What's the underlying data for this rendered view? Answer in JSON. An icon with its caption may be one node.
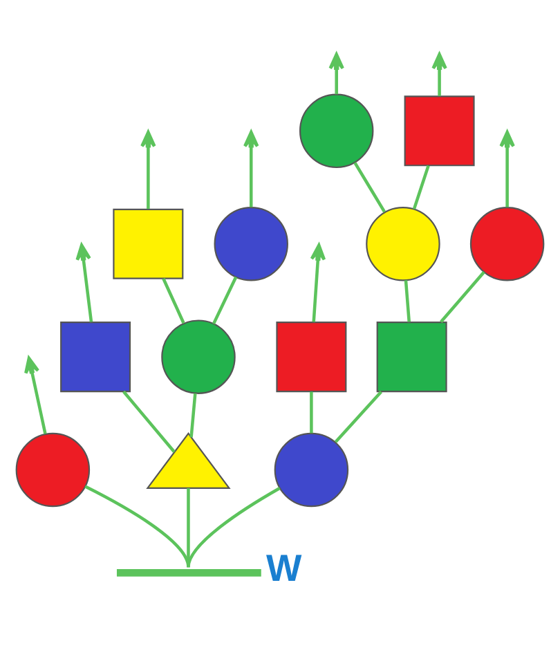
{
  "diagram": {
    "nodes": [
      {
        "text": [],
        "shape": "circle"
      },
      {
        "text": [],
        "shape": "box"
      },
      {
        "text": [],
        "shape": "box"
      },
      {
        "text": [],
        "shape": "circle"
      },
      {
        "text": [],
        "shape": "circle"
      },
      {
        "text": [],
        "shape": "circle"
      },
      {
        "text": [],
        "shape": "box"
      },
      {
        "text": [],
        "shape": "circle"
      },
      {
        "text": [],
        "shape": "box"
      },
      {
        "text": [],
        "shape": "box"
      },
      {
        "text": [],
        "shape": "circle"
      },
      {
        "text": [],
        "shape": "triangle"
      },
      {
        "text": [],
        "shape": "circle"
      },
      {
        "text": [],
        "shape": "bar",
        "beside": [
          "W"
        ]
      }
    ],
    "edges": [
      {
        "from": 13,
        "to": 10,
        "arrow": "none"
      },
      {
        "from": 13,
        "to": 11,
        "arrow": "none"
      },
      {
        "from": 13,
        "to": 12,
        "arrow": "none"
      },
      {
        "from": 10,
        "to": null,
        "arrow": "to"
      },
      {
        "from": 11,
        "to": 6,
        "arrow": "none"
      },
      {
        "from": 11,
        "to": 7,
        "arrow": "none"
      },
      {
        "from": 12,
        "to": 8,
        "arrow": "none"
      },
      {
        "from": 12,
        "to": 9,
        "arrow": "none"
      },
      {
        "from": 6,
        "to": null,
        "arrow": "to"
      },
      {
        "from": 7,
        "to": 2,
        "arrow": "none"
      },
      {
        "from": 7,
        "to": 3,
        "arrow": "none"
      },
      {
        "from": 8,
        "to": null,
        "arrow": "to"
      },
      {
        "from": 9,
        "to": 4,
        "arrow": "none"
      },
      {
        "from": 9,
        "to": 5,
        "arrow": "none"
      },
      {
        "from": 2,
        "to": null,
        "arrow": "to"
      },
      {
        "from": 3,
        "to": null,
        "arrow": "to"
      },
      {
        "from": 5,
        "to": null,
        "arrow": "to"
      },
      {
        "from": 4,
        "to": 0,
        "arrow": "none"
      },
      {
        "from": 4,
        "to": 1,
        "arrow": "none"
      },
      {
        "from": 0,
        "to": null,
        "arrow": "to"
      },
      {
        "from": 1,
        "to": null,
        "arrow": "to"
      }
    ]
  }
}
